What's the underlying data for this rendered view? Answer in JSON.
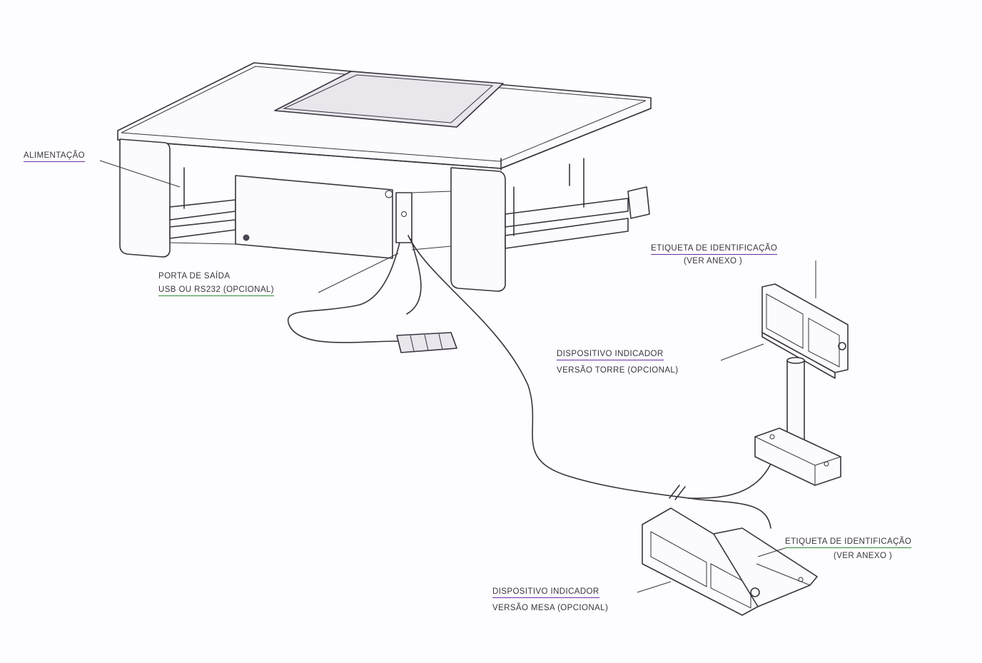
{
  "labels": {
    "alimentacao": "ALIMENTAÇÃO",
    "porta_l1": "PORTA DE SAÍDA",
    "porta_l2": "USB OU RS232  (OPCIONAL)",
    "etiqueta_torre_l1": "ETIQUETA DE IDENTIFICAÇÃO",
    "etiqueta_torre_l2": "(VER ANEXO    )",
    "torre_l1": "DISPOSITIVO INDICADOR",
    "torre_l2": "VERSÃO TORRE (OPCIONAL)",
    "etiqueta_mesa_l1": "ETIQUETA DE IDENTIFICAÇÃO",
    "etiqueta_mesa_l2": "(VER ANEXO    )",
    "mesa_l1": "DISPOSITIVO INDICADOR",
    "mesa_l2": "VERSÃO MESA (OPCIONAL)"
  },
  "colors": {
    "underline_purple": "#6a2fa6",
    "underline_green": "#2f8a3a",
    "ink": "#3a3440"
  }
}
